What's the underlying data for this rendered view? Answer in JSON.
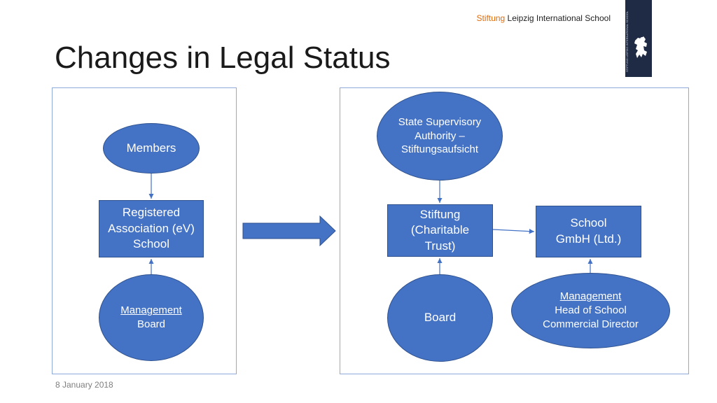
{
  "header": {
    "brand_accent": "Stiftung",
    "brand_rest": " Leipzig International School",
    "logo_text": "STIFTUNG LEIPZIG INTERNATIONAL SCHOOL"
  },
  "slide": {
    "title": "Changes in Legal Status",
    "date": "8 January 2018"
  },
  "left_structure": {
    "members": "Members",
    "association": "Registered\nAssociation (eV)\nSchool",
    "management_underlined": "Management",
    "management_rest": "Board"
  },
  "right_structure": {
    "authority": "State Supervisory\nAuthority –\nStiftungsaufsicht",
    "stiftung": "Stiftung\n(Charitable\nTrust)",
    "school": "School\nGmbH (Ltd.)",
    "board": "Board",
    "management_underlined": "Management",
    "management_rest": "Head of School\nCommercial Director"
  },
  "colors": {
    "shape_fill": "#4472c4",
    "accent": "#e36c09",
    "logo_bg": "#1f2a44"
  }
}
